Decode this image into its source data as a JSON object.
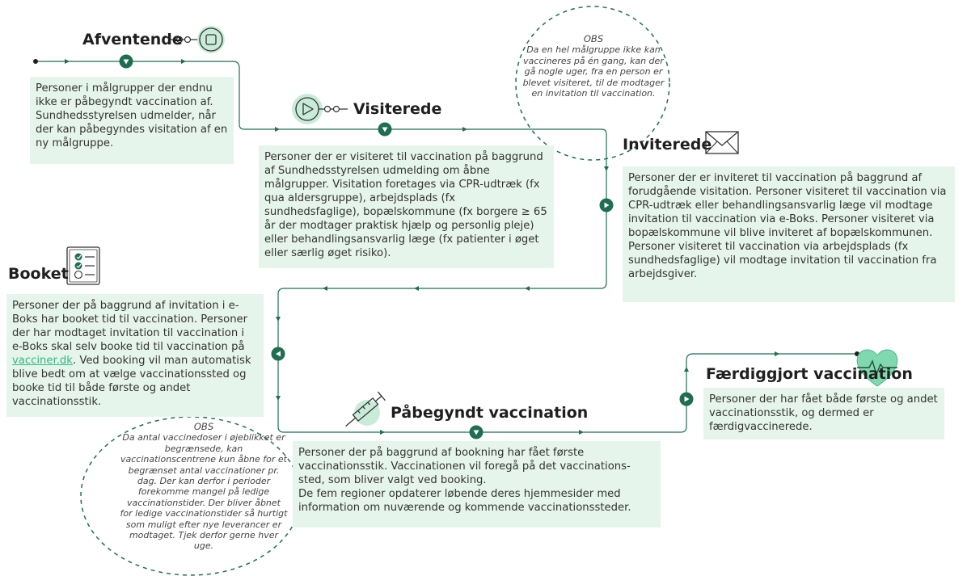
{
  "colors": {
    "accent": "#1f6e50",
    "box_bg": "#e6f5ec",
    "icon_bg": "#c9ecd9",
    "link": "#2fb884"
  },
  "stages": {
    "afventende": {
      "title": "Afventende",
      "icon": "waiting-square-icon",
      "text": "Personer i målgrupper der endnu ikke er påbegyndt vaccination af. Sundhedsstyrelsen udmelder, når der kan påbegyndes visitation af en ny målgruppe."
    },
    "visiterede": {
      "title": "Visiterede",
      "icon": "play-circle-icon",
      "text": "Personer der er visiteret til vaccination på baggrund af Sundhedsstyrelsen udmelding om åbne målgrupper. Visitation foretages via CPR-udtræk (fx qua aldersgruppe), arbejdsplads (fx sundhedsfaglige), bopælskommune  (fx borgere ≥ 65 år der modtager praktisk hjælp og personlig pleje) eller behandlingsansvarlig læge (fx patienter i øget eller særlig øget risiko)."
    },
    "inviterede": {
      "title": "Inviterede",
      "icon": "envelope-icon",
      "text": "Personer der er inviteret til vaccination på baggrund af forudgående visitation. Personer visiteret til vaccination via CPR-udtræk eller behandlingsansvarlig læge vil modtage invitation til vaccination via e-Boks. Personer visiteret via bopælskommune vil blive inviteret af bopælskommunen. Personer visiteret til vaccination via arbejdsplads (fx sundhedsfaglige) vil modtage invitation til vaccination fra arbejdsgiver."
    },
    "booket": {
      "title": "Booket",
      "icon": "checklist-icon",
      "text_before": "Personer der på baggrund af invitation i e-Boks har booket tid til vaccination. Personer der har modtaget invitation til vaccination i e-Boks skal selv booke tid til vaccination på ",
      "link": "vacciner.dk",
      "text_after": ". Ved booking vil man automatisk blive bedt om at vælge vaccinationssted og booke tid til både første og andet vaccinationsstik."
    },
    "paabegyndt": {
      "title": "Påbegyndt vaccination",
      "icon": "syringe-icon",
      "text": "Personer der på baggrund af bookning har fået første vaccinationsstik. Vaccinationen vil foregå på det vaccinations-sted, som bliver valgt ved booking.\nDe fem regioner opdaterer løbende deres hjemmesider med information om nuværende og kommende vaccinationssteder."
    },
    "faerdiggjort": {
      "title": "Færdiggjort vaccination",
      "icon": "heart-pulse-icon",
      "text": "Personer der har fået både første og andet vaccinationsstik, og dermed er færdigvaccinerede."
    }
  },
  "notes": [
    {
      "heading": "OBS",
      "text": "Da en hel målgruppe ikke kan vaccineres på én gang, kan der gå nogle uger, fra en person er blevet visiteret, til de modtager en invitation til vaccination."
    },
    {
      "heading": "OBS",
      "text": "Da antal vaccinedoser i øjeblikket er begrænsede, kan vaccinationscentrene kun åbne for et begrænset antal vaccinationer pr. dag. Der kan derfor i perioder forekomme mangel på ledige vaccinationstider. Der bliver åbnet for ledige vaccinationstider så hurtigt som muligt efter nye leverancer er modtaget. Tjek derfor gerne hver uge."
    }
  ]
}
